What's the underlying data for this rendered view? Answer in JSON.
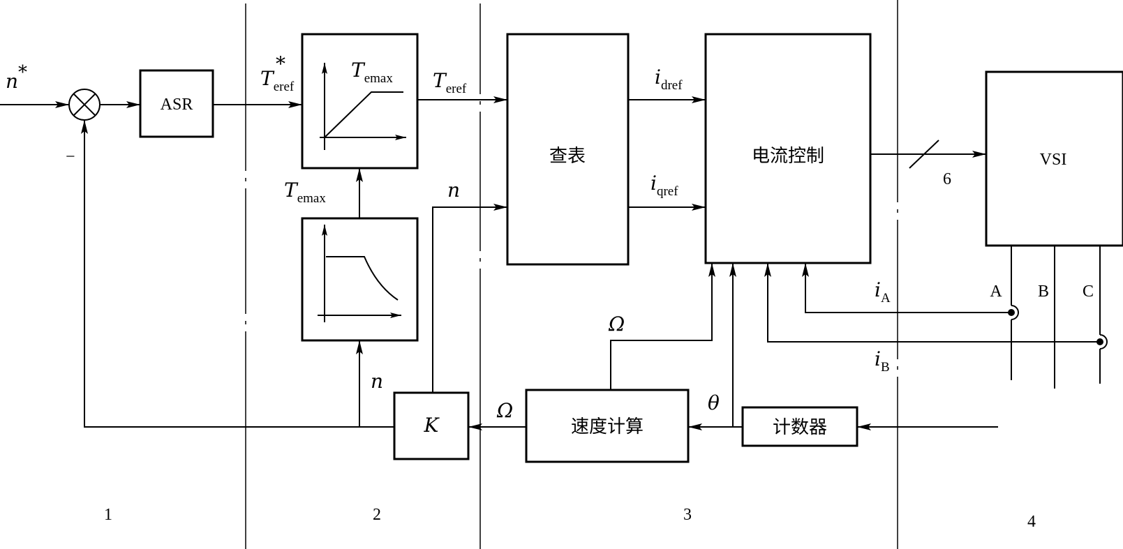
{
  "blocks": {
    "asr": "ASR",
    "lookup": "查表",
    "current_control": "电流控制",
    "vsi": "VSI",
    "speed_calc": "速度计算",
    "counter": "计数器",
    "k": "K"
  },
  "signals": {
    "n_star": {
      "sym": "n",
      "sup": "*"
    },
    "teref_star": {
      "sym": "T",
      "sub": "eref",
      "sup": "*"
    },
    "temax_in_graph": {
      "sym": "T",
      "sub": "emax"
    },
    "teref": {
      "sym": "T",
      "sub": "eref"
    },
    "temax_side": {
      "sym": "T",
      "sub": "emax"
    },
    "n_top": {
      "sym": "n"
    },
    "n_bottom": {
      "sym": "n"
    },
    "idref": {
      "sym": "i",
      "sub": "dref"
    },
    "iqref": {
      "sym": "i",
      "sub": "qref"
    },
    "omega_top": {
      "sym": "Ω"
    },
    "omega_k": {
      "sym": "Ω"
    },
    "theta": {
      "sym": "θ"
    },
    "ia": {
      "sym": "i",
      "sub": "A"
    },
    "ib": {
      "sym": "i",
      "sub": "B"
    },
    "minus": "−",
    "bus_count": "6"
  },
  "phases": [
    "A",
    "B",
    "C"
  ],
  "regions": [
    "1",
    "2",
    "3",
    "4"
  ]
}
